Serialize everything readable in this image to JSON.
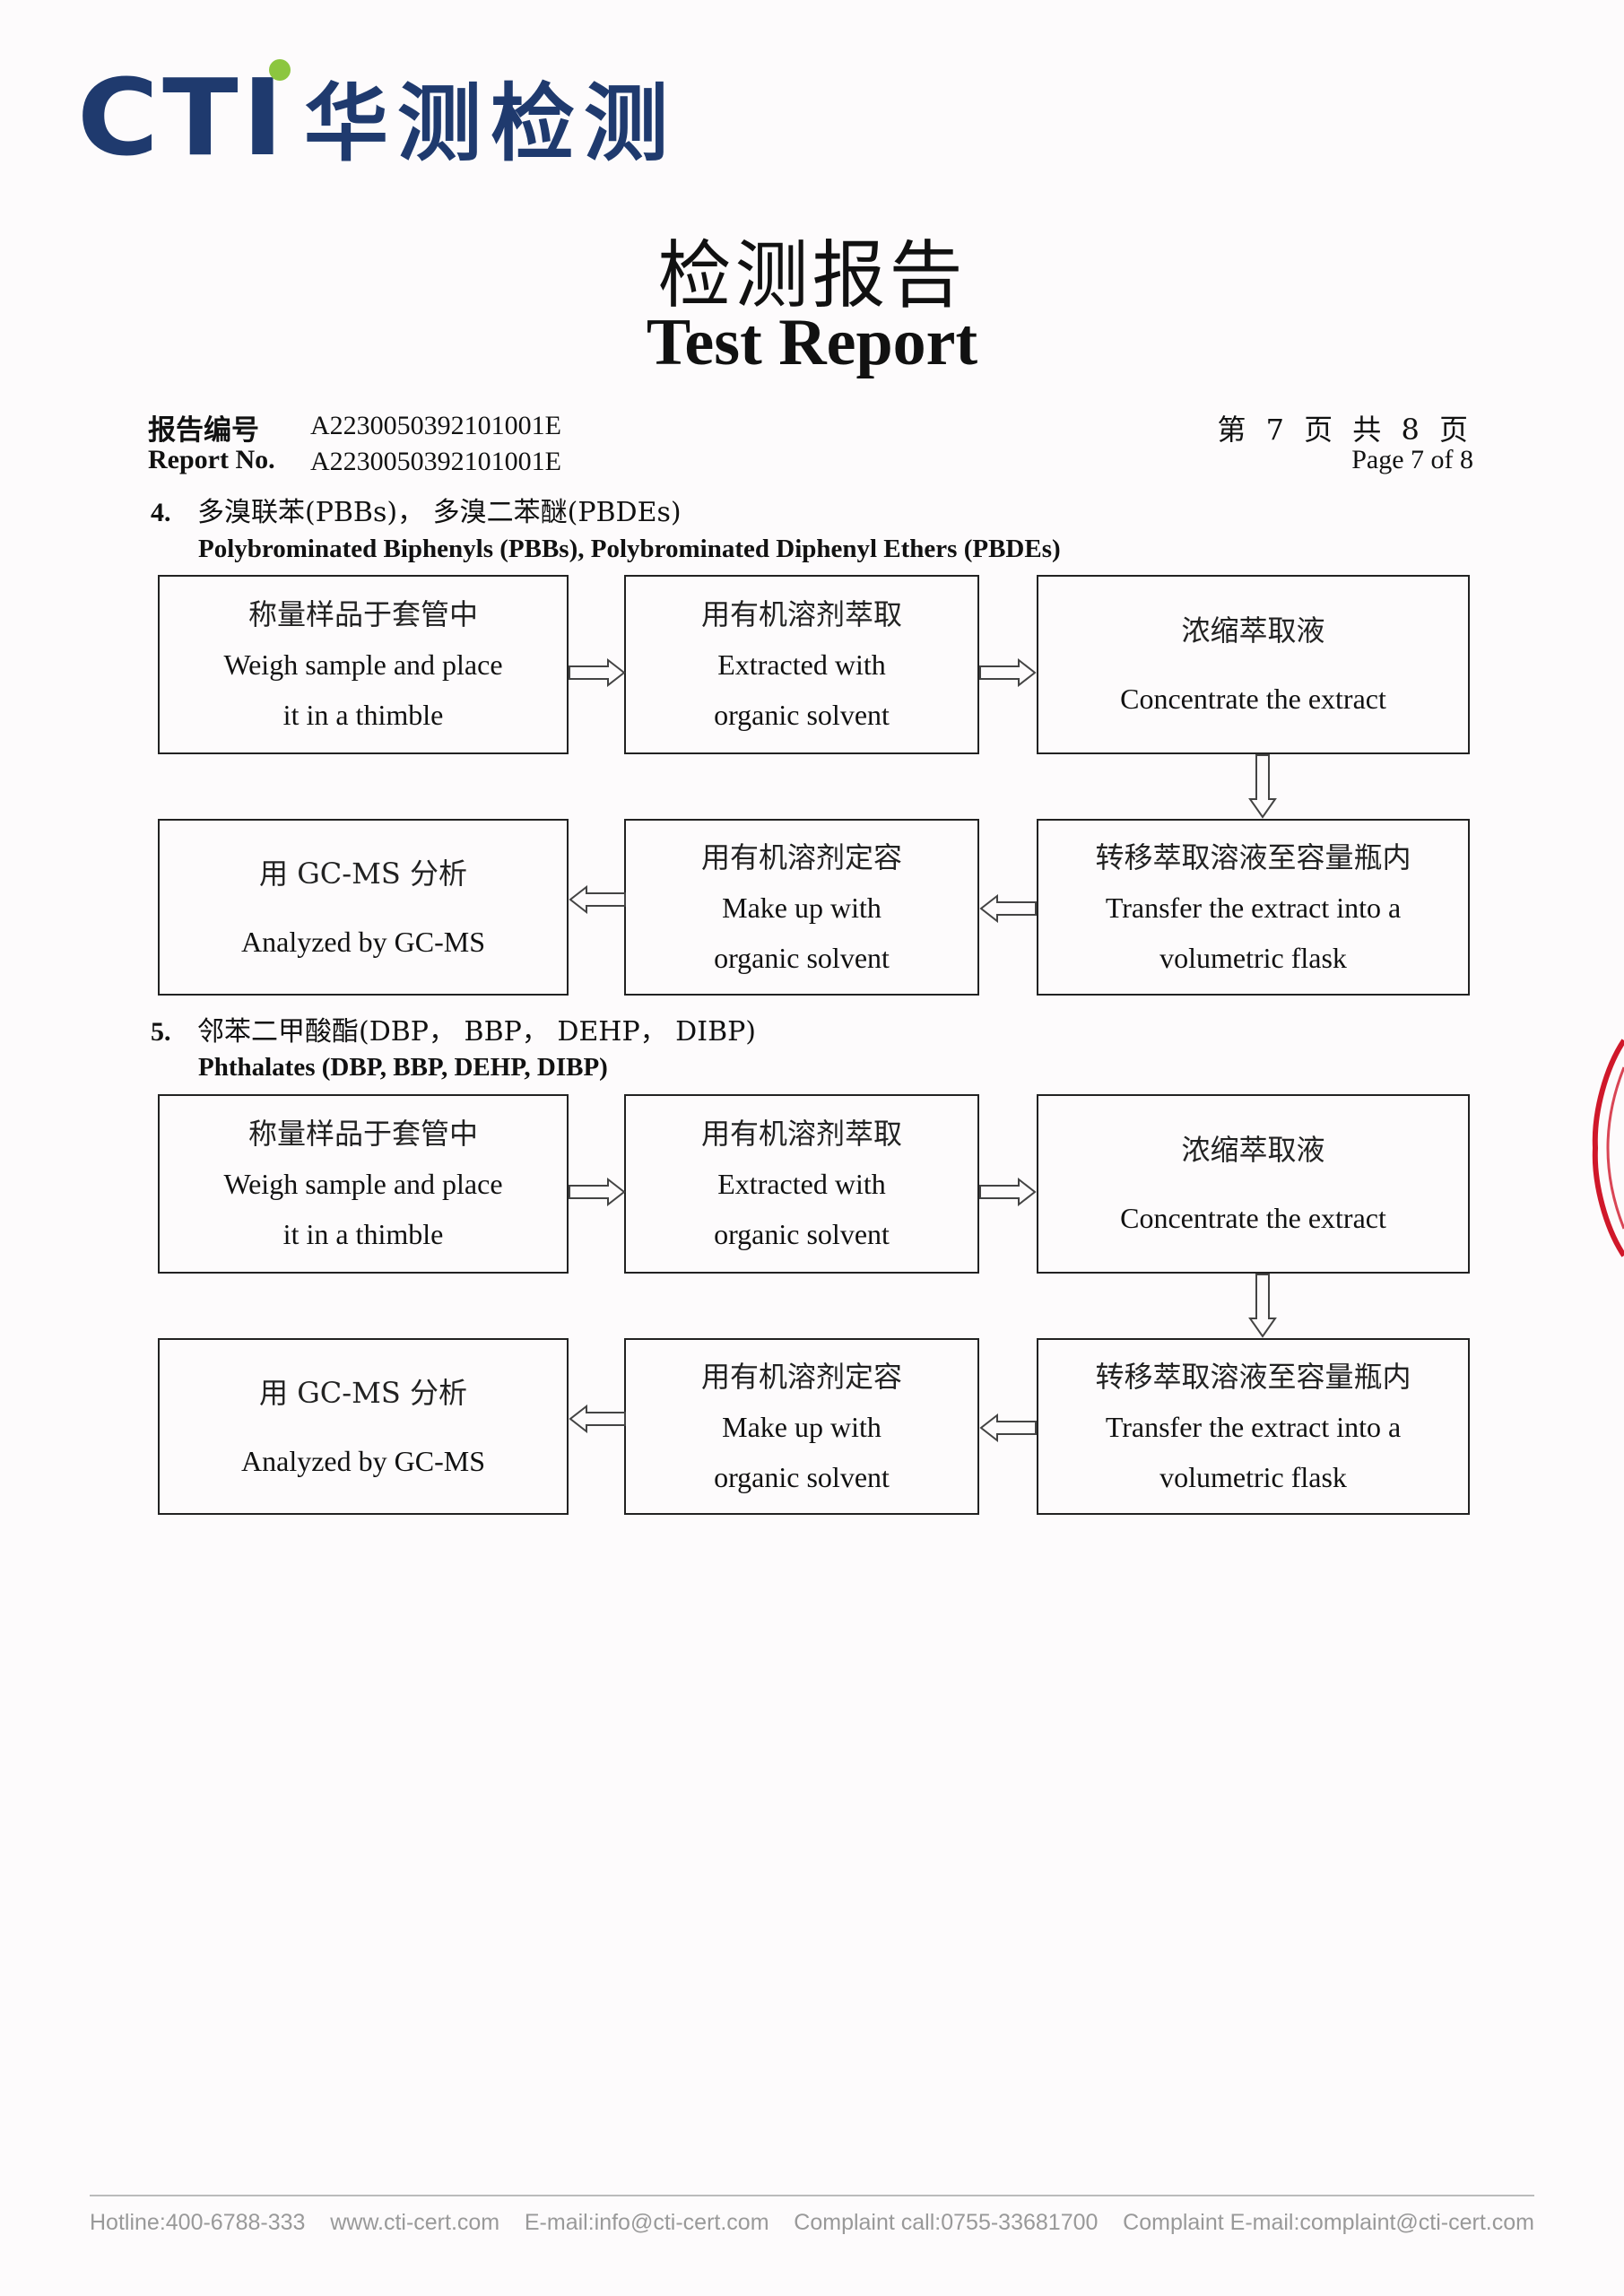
{
  "logo": {
    "cti": "CTI",
    "cn": "华测检测"
  },
  "title": {
    "cn": "检测报告",
    "en": "Test Report"
  },
  "report": {
    "no_label_cn": "报告编号",
    "no_label_en": "Report No.",
    "no_value": "A2230050392101001E",
    "page_cn": "第 7 页   共 8 页",
    "page_en": "Page 7 of 8"
  },
  "sections": [
    {
      "number": "4.",
      "title_cn": "多溴联苯(PBBs)，  多溴二苯醚(PBDEs)",
      "title_en": "Polybrominated Biphenyls (PBBs), Polybrominated Diphenyl Ethers (PBDEs)",
      "steps": [
        {
          "cn": "称量样品于套管中",
          "en1": "Weigh sample and place",
          "en2": "it in a thimble"
        },
        {
          "cn": "用有机溶剂萃取",
          "en1": "Extracted with",
          "en2": "organic solvent"
        },
        {
          "cn": "浓缩萃取液",
          "en1": "Concentrate the extract",
          "en2": ""
        },
        {
          "cn": "转移萃取溶液至容量瓶内",
          "en1": "Transfer the extract into a",
          "en2": "volumetric flask"
        },
        {
          "cn": "用有机溶剂定容",
          "en1": "Make up with",
          "en2": "organic solvent"
        },
        {
          "cn": "用 GC-MS 分析",
          "en1": "Analyzed by GC-MS",
          "en2": ""
        }
      ]
    },
    {
      "number": "5.",
      "title_cn": "邻苯二甲酸酯(DBP， BBP， DEHP， DIBP)",
      "title_en": "Phthalates (DBP, BBP, DEHP, DIBP)",
      "steps": [
        {
          "cn": "称量样品于套管中",
          "en1": "Weigh sample and place",
          "en2": "it in a thimble"
        },
        {
          "cn": "用有机溶剂萃取",
          "en1": "Extracted with",
          "en2": "organic solvent"
        },
        {
          "cn": "浓缩萃取液",
          "en1": "Concentrate the extract",
          "en2": ""
        },
        {
          "cn": "转移萃取溶液至容量瓶内",
          "en1": "Transfer the extract into a",
          "en2": "volumetric flask"
        },
        {
          "cn": "用有机溶剂定容",
          "en1": "Make up with",
          "en2": "organic solvent"
        },
        {
          "cn": "用 GC-MS 分析",
          "en1": "Analyzed by GC-MS",
          "en2": ""
        }
      ]
    }
  ],
  "footer": {
    "hotline": "Hotline:400-6788-333",
    "website": "www.cti-cert.com",
    "email": "E-mail:info@cti-cert.com",
    "complaint_call": "Complaint call:0755-33681700",
    "complaint_email": "Complaint E-mail:complaint@cti-cert.com"
  },
  "colors": {
    "brand_blue": "#1f3a6e",
    "brand_green": "#8cc63f",
    "stamp_red": "#d0182a"
  }
}
